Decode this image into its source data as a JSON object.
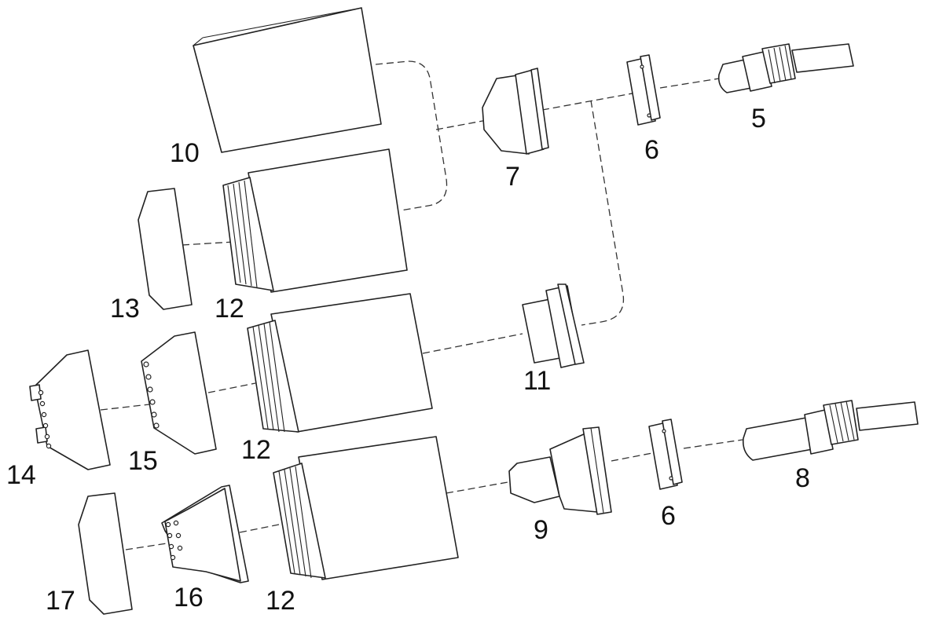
{
  "labels": {
    "l5": "5",
    "l6a": "6",
    "l6b": "6",
    "l7": "7",
    "l8": "8",
    "l9": "9",
    "l10": "10",
    "l11": "11",
    "l12a": "12",
    "l12b": "12",
    "l12c": "12",
    "l13": "13",
    "l14": "14",
    "l15": "15",
    "l16": "16",
    "l17": "17"
  }
}
